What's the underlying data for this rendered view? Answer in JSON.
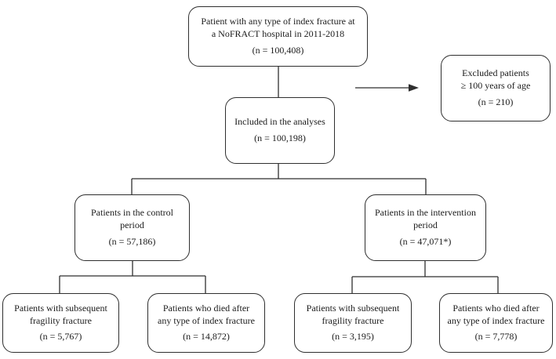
{
  "colors": {
    "line": "#2f2f2f",
    "border": "#2f2f2f",
    "text": "#1b1b1b",
    "background": "#ffffff"
  },
  "diagram": {
    "boxes": [
      {
        "lines": [
          "Patient with any type of index fracture at",
          "a NoFRACT hospital in 2011-2018"
        ],
        "n": "(n = 100,408)"
      },
      {
        "lines": [
          "Excluded patients",
          "≥ 100 years of age"
        ],
        "n": "(n = 210)"
      },
      {
        "lines": [
          "Included in the analyses"
        ],
        "n": "(n = 100,198)"
      },
      {
        "lines": [
          "Patients in the control",
          "period"
        ],
        "n": "(n = 57,186)"
      },
      {
        "lines": [
          "Patients in the intervention",
          "period"
        ],
        "n": "(n = 47,071*)"
      },
      {
        "lines": [
          "Patients with subsequent",
          "fragility fracture"
        ],
        "n": "(n = 5,767)"
      },
      {
        "lines": [
          "Patients who died after",
          "any type of index fracture"
        ],
        "n": "(n = 14,872)"
      },
      {
        "lines": [
          "Patients with subsequent",
          "fragility fracture"
        ],
        "n": "(n = 3,195)"
      },
      {
        "lines": [
          "Patients who died after",
          "any type of index fracture"
        ],
        "n": "(n = 7,778)"
      }
    ]
  }
}
